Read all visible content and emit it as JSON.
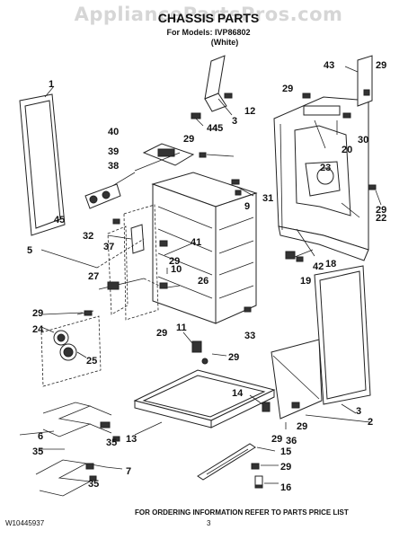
{
  "header": {
    "watermark": "AppliancePartsPros.com",
    "title": "CHASSIS PARTS",
    "models": "For Models: IVP86802",
    "color": "(White)"
  },
  "footer": {
    "doc_id": "W10445937",
    "page_number": "3",
    "note": "FOR ORDERING INFORMATION REFER TO PARTS PRICE LIST"
  },
  "callouts": [
    "1",
    "2",
    "3",
    "3",
    "5",
    "6",
    "7",
    "9",
    "10",
    "11",
    "12",
    "13",
    "14",
    "15",
    "16",
    "18",
    "19",
    "20",
    "22",
    "23",
    "24",
    "25",
    "26",
    "27",
    "29",
    "29",
    "29",
    "29",
    "29",
    "29",
    "29",
    "29",
    "29",
    "29",
    "29",
    "30",
    "31",
    "32",
    "33",
    "35",
    "35",
    "35",
    "36",
    "37",
    "38",
    "39",
    "40",
    "41",
    "42",
    "43",
    "44",
    "45"
  ]
}
